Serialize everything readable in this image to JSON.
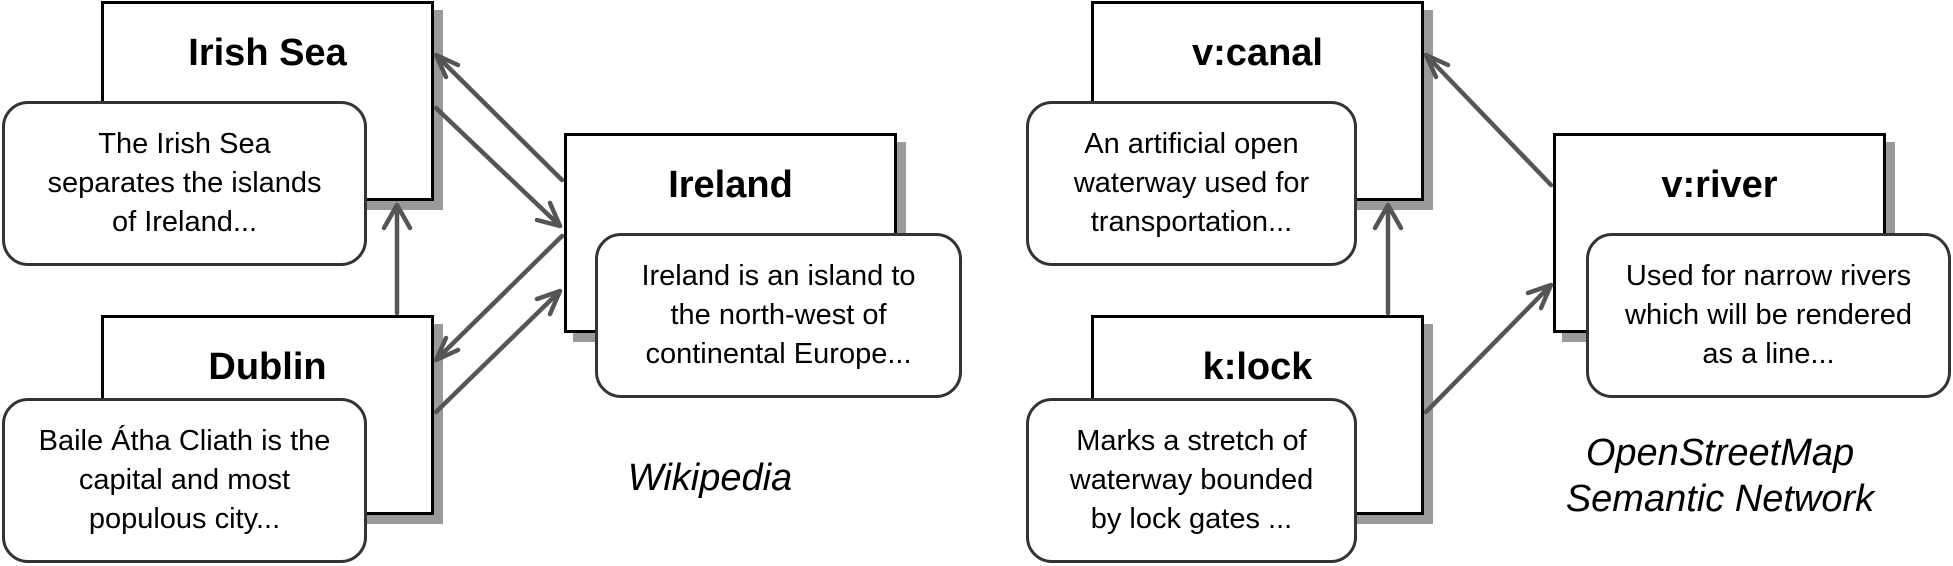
{
  "wikipedia": {
    "caption": "Wikipedia",
    "nodes": {
      "irish_sea": {
        "title": "Irish Sea",
        "lines": [
          "The Irish Sea",
          "separates the islands",
          "of Ireland..."
        ]
      },
      "dublin": {
        "title": "Dublin",
        "lines": [
          "Baile Átha Cliath is the",
          "capital and most",
          "populous city..."
        ]
      },
      "ireland": {
        "title": "Ireland",
        "lines": [
          "Ireland is an island to",
          "the north-west of",
          "continental Europe..."
        ]
      }
    }
  },
  "osm": {
    "caption_lines": [
      "OpenStreetMap",
      "Semantic Network"
    ],
    "nodes": {
      "canal": {
        "title": "v:canal",
        "lines": [
          "An artificial open",
          "waterway used for",
          "transportation..."
        ]
      },
      "lock": {
        "title": "k:lock",
        "lines": [
          "Marks a stretch of",
          "waterway bounded",
          "by lock gates ..."
        ]
      },
      "river": {
        "title": "v:river",
        "lines": [
          "Used for narrow rivers",
          "which will be rendered",
          "as a line..."
        ]
      }
    }
  },
  "colors": {
    "arrow": "#555555",
    "shadow": "#9a9a9a",
    "border": "#000000"
  }
}
